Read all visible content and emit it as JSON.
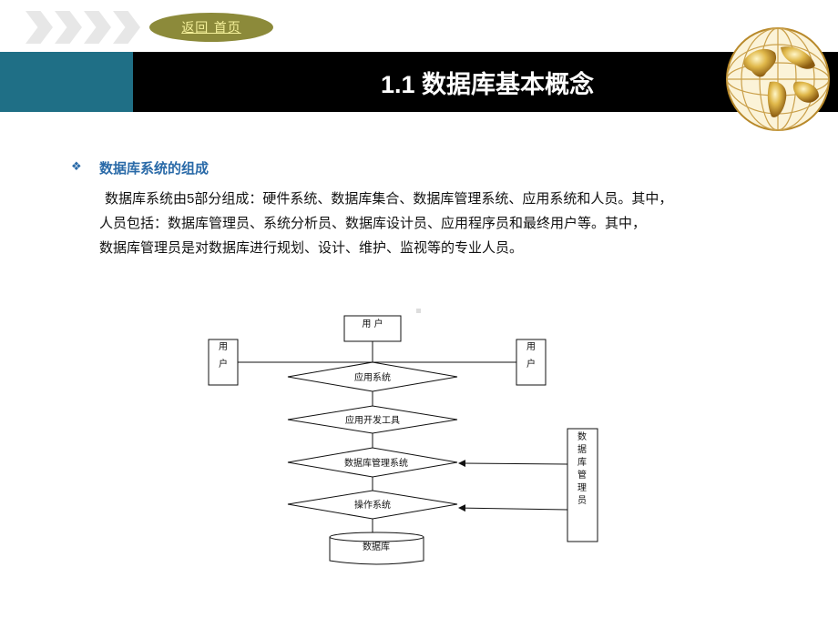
{
  "nav": {
    "home_label": "返回 首页"
  },
  "header": {
    "title": "1.1  数据库基本概念"
  },
  "section": {
    "bullet": "❖",
    "heading": "数据库系统的组成",
    "lines": [
      "数据库系统由5部分组成：硬件系统、数据库集合、数据库管理系统、应用系统和人员。其中，",
      "人员包括：数据库管理员、系统分析员、数据库设计员、应用程序员和最终用户等。其中，",
      "数据库管理员是对数据库进行规划、设计、维护、监视等的专业人员。"
    ]
  },
  "diagram": {
    "top_user": "用 户",
    "left_user": [
      "用",
      "户"
    ],
    "right_user": [
      "用",
      "户"
    ],
    "layers": [
      "应用系统",
      "应用开发工具",
      "数据库管理系统",
      "操作系统"
    ],
    "database": "数据库",
    "dba": [
      "数",
      "据",
      "库",
      "管",
      "理",
      "员"
    ]
  },
  "colors": {
    "teal_band": "#1f6f86",
    "title_band": "#000000",
    "accent_blue": "#2a6aa8",
    "home_pill": "#8c8a3a"
  }
}
